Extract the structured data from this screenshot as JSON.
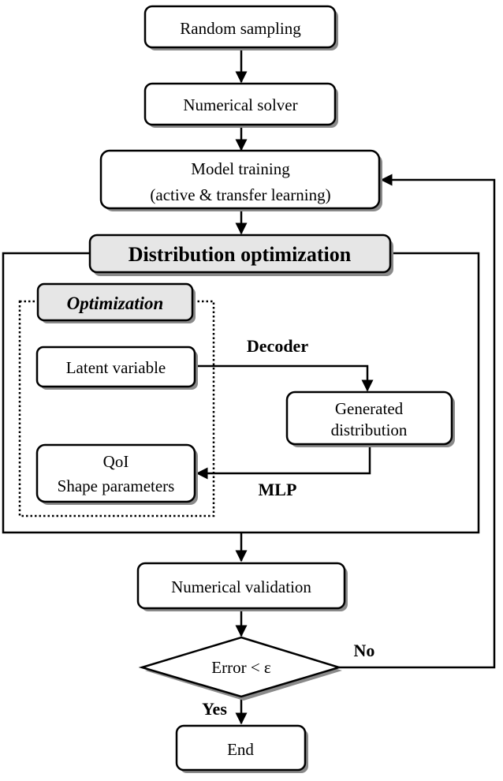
{
  "nodes": {
    "random_sampling": "Random sampling",
    "numerical_solver": "Numerical solver",
    "model_training_line1": "Model training",
    "model_training_line2": "(active & transfer learning)",
    "distribution_optimization": "Distribution optimization",
    "optimization": "Optimization",
    "latent_variable": "Latent variable",
    "generated_distribution_line1": "Generated",
    "generated_distribution_line2": "distribution",
    "qoi_line1": "QoI",
    "qoi_line2": "Shape parameters",
    "numerical_validation": "Numerical validation",
    "decision": "Error < ε",
    "end": "End"
  },
  "edge_labels": {
    "decoder": "Decoder",
    "mlp": "MLP",
    "no": "No",
    "yes": "Yes"
  }
}
